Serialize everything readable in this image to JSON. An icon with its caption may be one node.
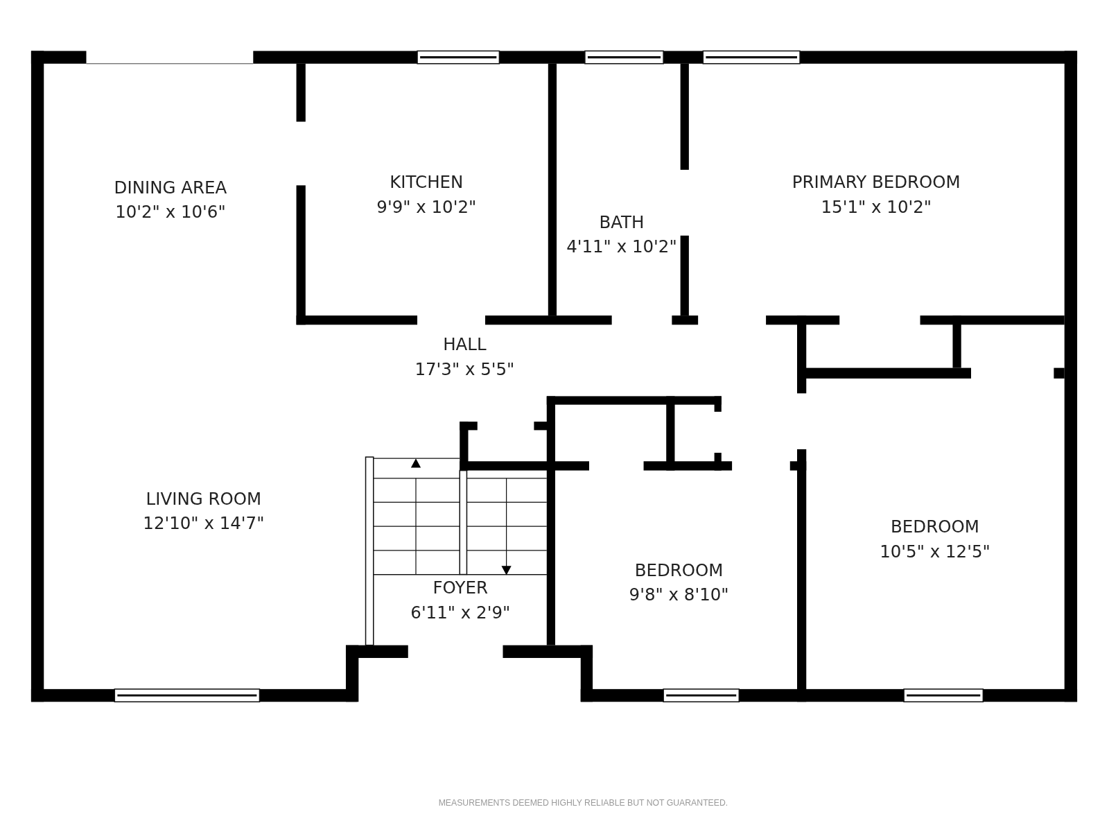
{
  "diagram": {
    "nodes": [
      {
        "text": [
          "DINING AREA",
          "10'2\" x 10'6\""
        ]
      },
      {
        "text": [
          "KITCHEN",
          "9'9\" x 10'2\""
        ]
      },
      {
        "text": [
          "BATH",
          "4'11\" x 10'2\""
        ]
      },
      {
        "text": [
          "PRIMARY BEDROOM",
          "15'1\" x 10'2\""
        ]
      },
      {
        "text": [
          "HALL",
          "17'3\" x 5'5\""
        ]
      },
      {
        "text": [
          "LIVING ROOM",
          "12'10\" x 14'7\""
        ]
      },
      {
        "text": [
          "FOYER",
          "6'11\" x 2'9\""
        ]
      },
      {
        "text": [
          "BEDROOM",
          "9'8\" x 8'10\""
        ]
      },
      {
        "text": [
          "BEDROOM",
          "10'5\" x 12'5\""
        ]
      }
    ],
    "edges": [],
    "labels": [
      "MEASUREMENTS DEEMED HIGHLY RELIABLE BUT NOT GUARANTEED."
    ]
  }
}
